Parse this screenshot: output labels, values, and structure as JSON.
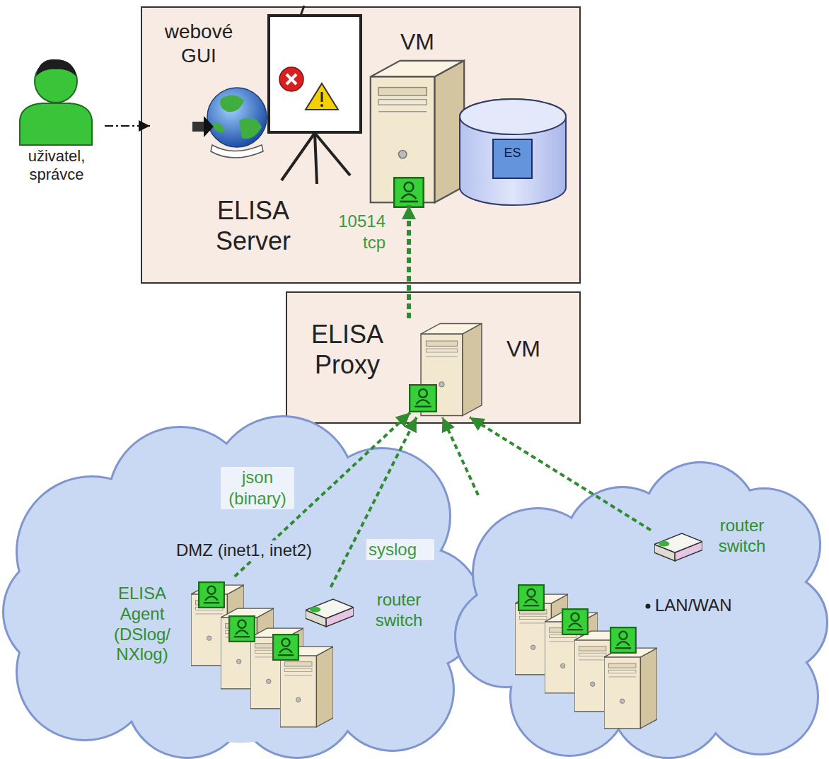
{
  "diagram": {
    "nodes": [
      {
        "text": [
          "uživatel, správce"
        ]
      },
      {
        "text": [
          "ELISA Server"
        ]
      },
      {
        "text": [
          "webové GUI"
        ],
        "in": 1
      },
      {
        "text": [
          "VM"
        ],
        "in": 1
      },
      {
        "text": [
          "ES"
        ],
        "in": 1
      },
      {
        "text": [
          "ELISA Proxy"
        ]
      },
      {
        "text": [
          "VM"
        ],
        "in": 5
      },
      {
        "text": [
          "DMZ (inet1, inet2)"
        ]
      },
      {
        "text": [
          "ELISA Agent (DSlog/ NXlog)"
        ],
        "in": 7
      },
      {
        "text": [
          "router switch"
        ],
        "in": 7
      },
      {
        "text": [
          "LAN/WAN"
        ]
      },
      {
        "text": [
          "router switch"
        ],
        "in": 10
      }
    ],
    "edges": [
      {
        "from": 0,
        "to": 2,
        "arrow": "to"
      },
      {
        "from": 6,
        "to": 3,
        "label": "10514 tcp",
        "arrow": "to"
      },
      {
        "from": 8,
        "to": 6,
        "label": "json (binary)",
        "arrow": "to"
      },
      {
        "from": 9,
        "to": 6,
        "label": "syslog",
        "arrow": "to"
      },
      {
        "from": 10,
        "to": 6,
        "arrow": "to"
      },
      {
        "from": 11,
        "to": 6,
        "arrow": "to"
      }
    ]
  }
}
